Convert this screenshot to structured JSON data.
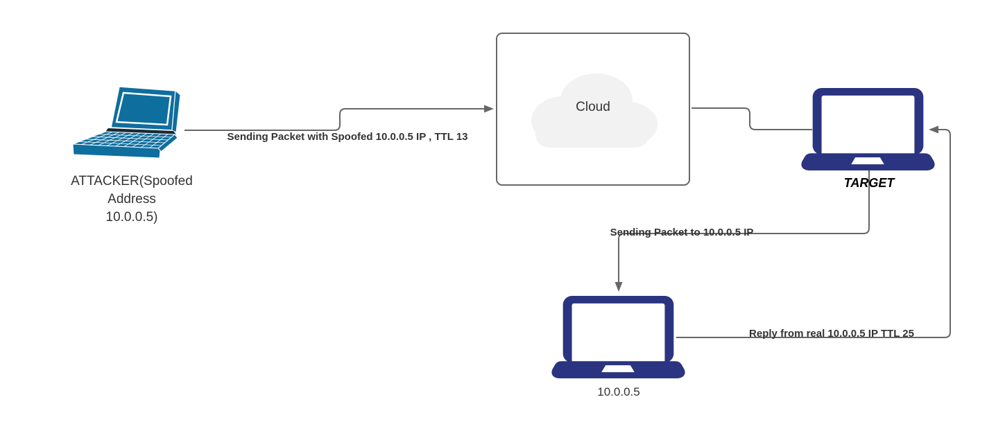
{
  "colors": {
    "background": "#ffffff",
    "line": "#666666",
    "text": "#333333",
    "teal": "#0e6e9e",
    "navy": "#2a3480",
    "cloudFill": "#f2f2f2"
  },
  "nodes": {
    "attacker": {
      "icon": "laptop-3d-icon",
      "label_lines": [
        "ATTACKER(Spoofed",
        "Address",
        "10.0.0.5)"
      ]
    },
    "cloud": {
      "icon": "cloud-icon",
      "label": "Cloud"
    },
    "target": {
      "icon": "laptop-icon",
      "label": "TARGET"
    },
    "real_host": {
      "icon": "laptop-icon",
      "label": "10.0.0.5"
    }
  },
  "edges": [
    {
      "from": "attacker",
      "to": "cloud",
      "label": "Sending Packet with Spoofed 10.0.0.5 IP , TTL 13"
    },
    {
      "from": "cloud",
      "to": "target",
      "label": ""
    },
    {
      "from": "target",
      "to": "real_host",
      "label": "Sending Packet to 10.0.0.5 IP"
    },
    {
      "from": "real_host",
      "to": "target",
      "label": "Reply from real 10.0.0.5 IP TTL 25"
    }
  ]
}
